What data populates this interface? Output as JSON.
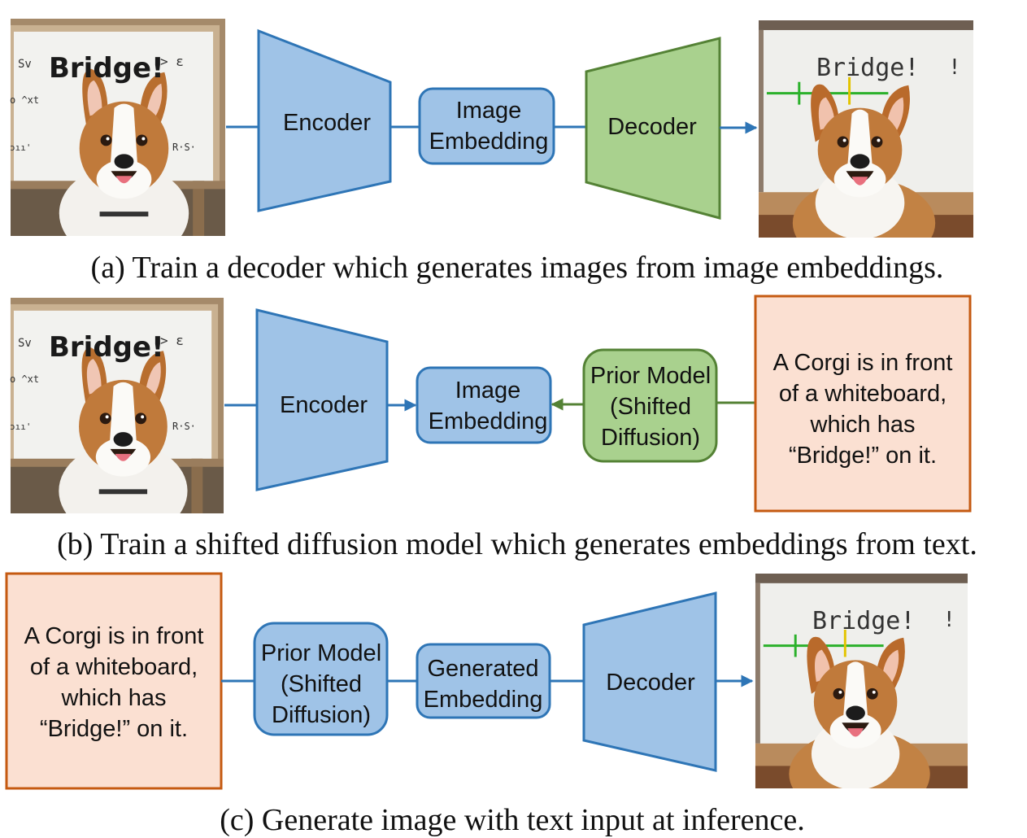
{
  "colors": {
    "blue_fill": "#9fc3e7",
    "blue_stroke": "#2e75b6",
    "green_fill": "#a9d18e",
    "green_stroke": "#548235",
    "orange_fill": "#fbe0d2",
    "orange_stroke": "#c55a11"
  },
  "icons": {
    "input_photo": "corgi-whiteboard-photo-icon",
    "output_photo": "corgi-whiteboard-generated-icon"
  },
  "board": {
    "text_input": "Bridge!",
    "text_output": "Bridge!"
  },
  "panel_a": {
    "encoder": "Encoder",
    "embedding": [
      "Image",
      "Embedding"
    ],
    "decoder": "Decoder",
    "caption": "(a) Train a decoder which generates images from image embeddings."
  },
  "panel_b": {
    "encoder": "Encoder",
    "embedding": [
      "Image",
      "Embedding"
    ],
    "prior": [
      "Prior Model",
      "(Shifted",
      "Diffusion)"
    ],
    "prompt": [
      "A Corgi is in front",
      "of a whiteboard,",
      "which has",
      "“Bridge!” on it."
    ],
    "caption": "(b) Train a shifted diffusion model which generates embeddings from text."
  },
  "panel_c": {
    "prompt": [
      "A Corgi is in front",
      "of a whiteboard,",
      "which has",
      "“Bridge!” on it."
    ],
    "prior": [
      "Prior Model",
      "(Shifted",
      "Diffusion)"
    ],
    "embedding": [
      "Generated",
      "Embedding"
    ],
    "decoder": "Decoder",
    "caption": "(c) Generate image with text input at inference."
  }
}
